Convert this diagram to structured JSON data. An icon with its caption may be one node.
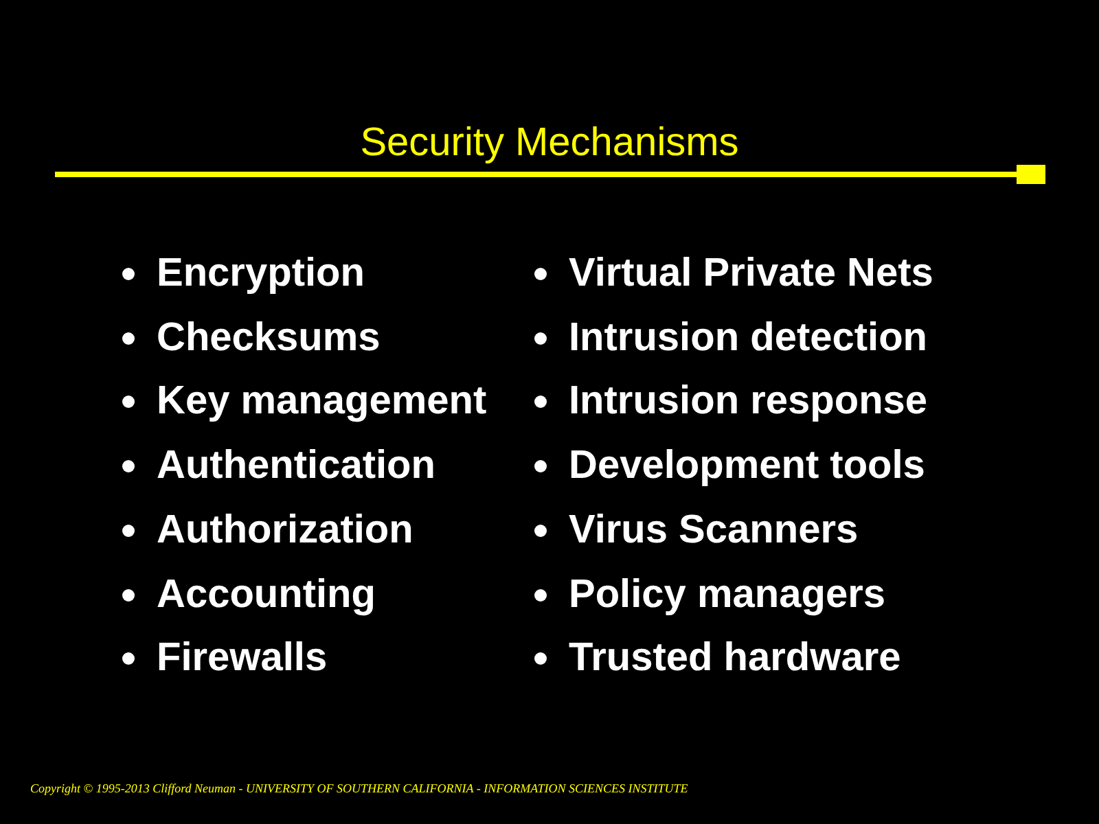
{
  "diagram": {
    "title": "Security Mechanisms",
    "caption": "Copyright © 1995-2013 Clifford Neuman - UNIVERSITY OF SOUTHERN CALIFORNIA - INFORMATION SCIENCES INSTITUTE",
    "labels": [
      "Encryption",
      "Checksums",
      "Key management",
      "Authentication",
      "Authorization",
      "Accounting",
      "Firewalls",
      "Virtual Private Nets",
      "Intrusion detection",
      "Intrusion response",
      "Development tools",
      "Virus Scanners",
      "Policy managers",
      "Trusted hardware"
    ]
  }
}
